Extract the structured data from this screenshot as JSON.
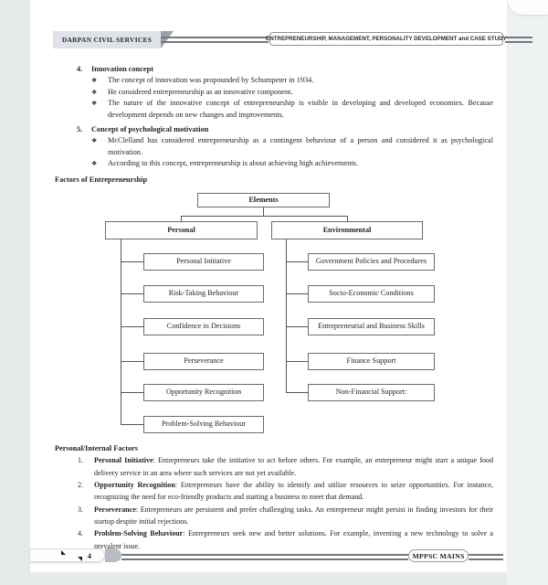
{
  "bullet_glyph": "❖",
  "header": {
    "brand": "DARPAN CIVIL SERVICES",
    "title": "ENTREPRENEURSHIP, MANAGEMENT, PERSONALITY DEVELOPMENT and CASE STUDY"
  },
  "sections": [
    {
      "number": "4.",
      "heading": "Innovation concept",
      "bullets": [
        "The concept of innovation was propounded by Schumpeter in 1934.",
        "He considered entrepreneurship as an innovative component.",
        "The nature of the innovative concept of entrepreneurship is visible in developing and developed economies. Because development depends on new changes and improvements."
      ]
    },
    {
      "number": "5.",
      "heading": "Concept of psychological motivation",
      "bullets": [
        "McClelland has considered entrepreneurship as a contingent behaviour of a person and considered it as psychological motivation.",
        "According to this concept, entrepreneurship is about achieving high achievements."
      ]
    }
  ],
  "diagram": {
    "heading": "Factors of Entrepreneurship",
    "root": "Elements",
    "branches": [
      {
        "label": "Personal",
        "children": [
          "Personal Initiative",
          "Risk-Taking Behaviour",
          "Confidence in Decisions",
          "Perseverance",
          "Opportunity Recognition",
          "Problem-Solving Behaviour"
        ]
      },
      {
        "label": "Environmental",
        "children": [
          "Government Policies and Procedures",
          "Socio-Economic Conditions",
          "Entrepreneurial and Business Skills",
          "Finance Support",
          "Non-Financial Support:"
        ]
      }
    ]
  },
  "factors_section": {
    "heading": "Personal/Internal Factors",
    "items": [
      {
        "number": "1.",
        "term": "Personal Initiative",
        "rest": ": Entrepreneurs take the initiative to act before others. For example, an entrepreneur might start a unique food delivery service in an area where such services are not yet available."
      },
      {
        "number": "2.",
        "term": "Opportunity Recognition",
        "rest": ": Entrepreneurs have the ability to identify and utilize resources to seize opportunities. For instance, recognizing the need for eco-friendly products and starting a business to meet that demand."
      },
      {
        "number": "3.",
        "term": "Perseverance",
        "rest": ": Entrepreneurs are persistent and prefer challenging tasks. An entrepreneur might persist in finding investors for their startup despite initial rejections."
      },
      {
        "number": "4.",
        "term": "Problem-Solving Behaviour",
        "rest": ": Entrepreneurs seek new and better solutions. For example, inventing a new technology to solve a prevalent issue."
      }
    ]
  },
  "footer": {
    "page_number": "4",
    "label": "MPPSC MAINS"
  }
}
